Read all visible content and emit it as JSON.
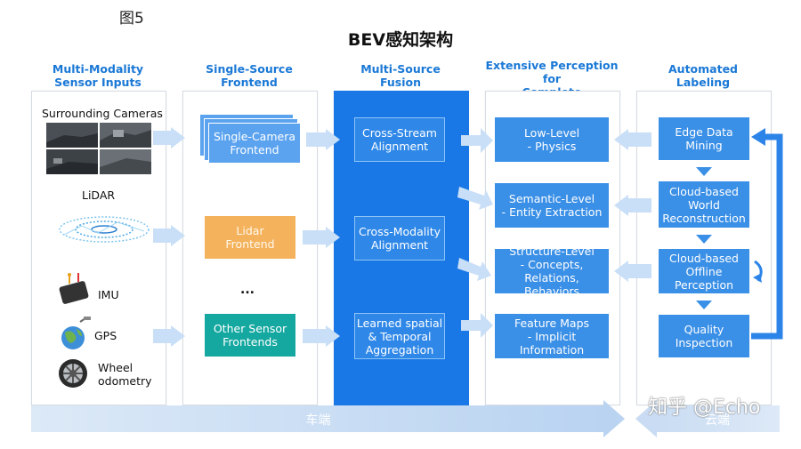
{
  "figure_label": "图5",
  "title": "BEV感知架构",
  "columns": {
    "sensors": {
      "heading": "Multi-Modality\nSensor Inputs",
      "items": [
        "Surrounding Cameras",
        "LiDAR",
        "IMU",
        "GPS",
        "Wheel\nodometry"
      ]
    },
    "frontend": {
      "heading": "Single-Source\nFrontend",
      "camera": "Single-Camera\nFrontend",
      "lidar": "Lidar\nFrontend",
      "ellipsis": "...",
      "other": "Other Sensor\nFrontends"
    },
    "fusion": {
      "heading": "Multi-Source\nFusion",
      "items": [
        "Cross-Stream\nAlignment",
        "Cross-Modality\nAlignment",
        "Learned spatial\n& Temporal\nAggregation"
      ]
    },
    "perception": {
      "heading": "Extensive Perception for\nComplete Understanding",
      "items": [
        "Low-Level\n- Physics",
        "Semantic-Level\n- Entity Extraction",
        "Structure-Level\n- Concepts, Relations,\nBehaviors",
        "Feature Maps\n- Implicit Information"
      ]
    },
    "labeling": {
      "heading": "Automated\nLabeling",
      "items": [
        "Edge Data\nMining",
        "Cloud-based\nWorld\nReconstruction",
        "Cloud-based\nOffline\nPerception",
        "Quality\nInspection"
      ]
    }
  },
  "bottom": {
    "vehicle_side": "车端",
    "cloud_side": "云端"
  },
  "watermark": "知乎 @Echo",
  "colors": {
    "heading_blue": "#1a78d6",
    "fusion_panel": "#1a78e6",
    "light_box": "#5ba3ef",
    "lidar_orange": "#f4b25c",
    "teal": "#14a8a0",
    "arrow_light": "#c9dff7",
    "label_blue": "#3a8fe6"
  }
}
